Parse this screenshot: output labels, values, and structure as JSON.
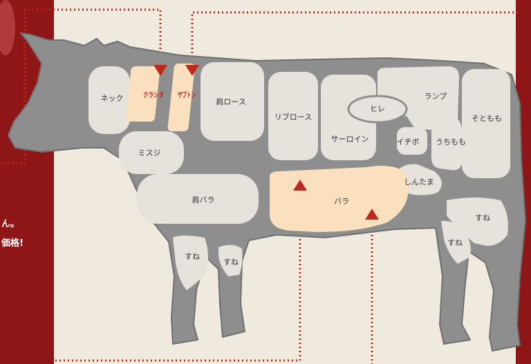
{
  "left_text": {
    "line1": "ん。",
    "line2": "価格!"
  },
  "cuts": {
    "neck": "ネック",
    "kurashita": "クラシタ",
    "zabuton": "ザブトン",
    "kata_loin": "肩ロース",
    "rib_loin": "リブロース",
    "hire": "ヒレ",
    "rump": "ランプ",
    "sotomomo": "そともも",
    "misuji": "ミスジ",
    "sirloin": "サーロイン",
    "ichibo": "イチボ",
    "uchimomo": "うちもも",
    "shintama": "しんたま",
    "kata_bara": "肩バラ",
    "bara": "バラ",
    "sune_front1": "すね",
    "sune_front2": "すね",
    "sune_rear1": "すね",
    "sune_rear2": "すね"
  },
  "colors": {
    "background_red": "#8f1616",
    "paper": "#f1ece0",
    "body_gray": "#8e8e8e",
    "cut_fill": "#e6e3dc",
    "highlight_fill": "#fbe0bf",
    "arrow_red": "#c0281f"
  }
}
